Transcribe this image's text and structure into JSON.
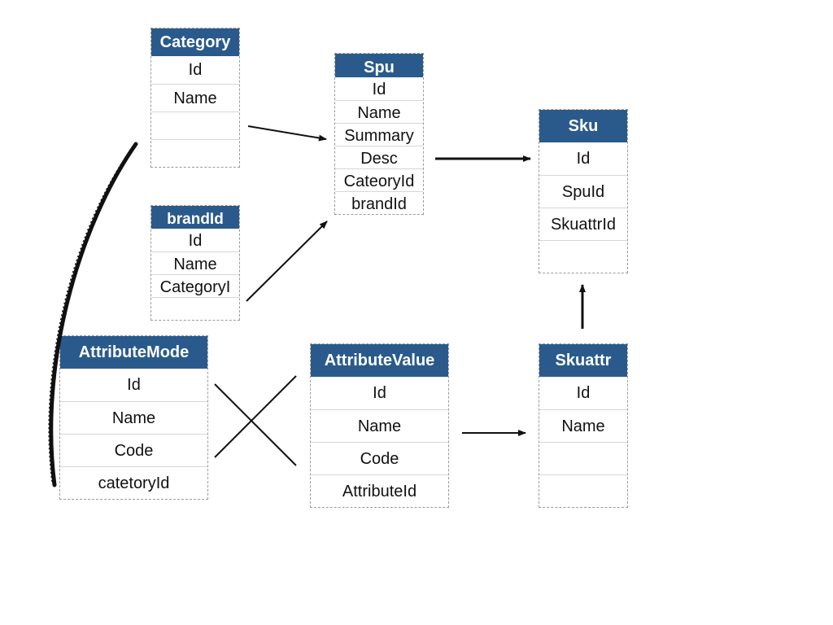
{
  "tables": {
    "category": {
      "title": "Category",
      "rows": [
        "Id",
        "Name",
        "",
        ""
      ]
    },
    "spu": {
      "title": "Spu",
      "rows": [
        "Id",
        "Name",
        "Summary",
        "Desc",
        "CateoryId",
        "brandId"
      ]
    },
    "sku": {
      "title": "Sku",
      "rows": [
        "Id",
        "SpuId",
        "SkuattrId",
        ""
      ]
    },
    "brandid": {
      "title": "brandId",
      "rows": [
        "Id",
        "Name",
        "CategoryI",
        ""
      ]
    },
    "attributemode": {
      "title": "AttributeMode",
      "rows": [
        "Id",
        "Name",
        "Code",
        "catetoryId"
      ]
    },
    "attributevalue": {
      "title": "AttributeValue",
      "rows": [
        "Id",
        "Name",
        "Code",
        "AttributeId"
      ]
    },
    "skuattr": {
      "title": "Skuattr",
      "rows": [
        "Id",
        "Name",
        "",
        ""
      ]
    }
  },
  "colors": {
    "header_bg": "#2a5a8c",
    "header_text": "#ffffff",
    "line": "#111111"
  }
}
